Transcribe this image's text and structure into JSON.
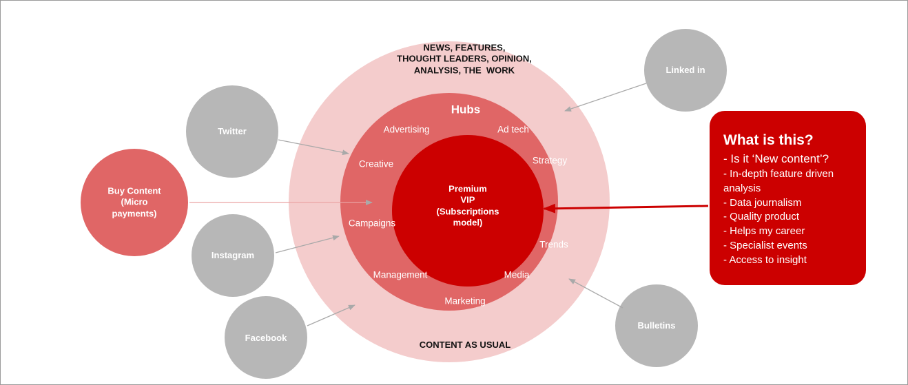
{
  "outer_ring": {
    "title": "NEWS, FEATURES,\nTHOUGHT LEADERS, OPINION,\nANALYSIS, THE  WORK",
    "bottom_label": "CONTENT AS USUAL"
  },
  "hubs": {
    "title": "Hubs",
    "items": [
      "Advertising",
      "Ad tech",
      "Creative",
      "Strategy",
      "Campaigns",
      "Trends",
      "Management",
      "Media",
      "Marketing"
    ]
  },
  "core": {
    "label": "Premium\nVIP\n(Subscriptions\nmodel)"
  },
  "channels": {
    "twitter": "Twitter",
    "instagram": "Instagram",
    "facebook": "Facebook",
    "linkedin": "Linked in",
    "bulletins": "Bulletins"
  },
  "buy_content": {
    "label": "Buy Content\n(Micro\npayments)"
  },
  "callout": {
    "title": "What is this?",
    "subtitle": "- Is it ‘New content’?",
    "items": [
      "- In-depth feature driven analysis",
      "- Data journalism",
      "- Quality product",
      "- Helps my career",
      "- Specialist events",
      "- Access to insight"
    ]
  },
  "colors": {
    "outer_ring": "#f4cccc",
    "hub_ring": "#e06666",
    "core": "#cc0000",
    "channel": "#b7b7b7",
    "buy_content": "#e06666",
    "callout": "#cc0000",
    "arrow_grey": "#a9a9a9",
    "arrow_red": "#cc0000"
  },
  "icons": {
    "connector": "arrow-icon"
  }
}
